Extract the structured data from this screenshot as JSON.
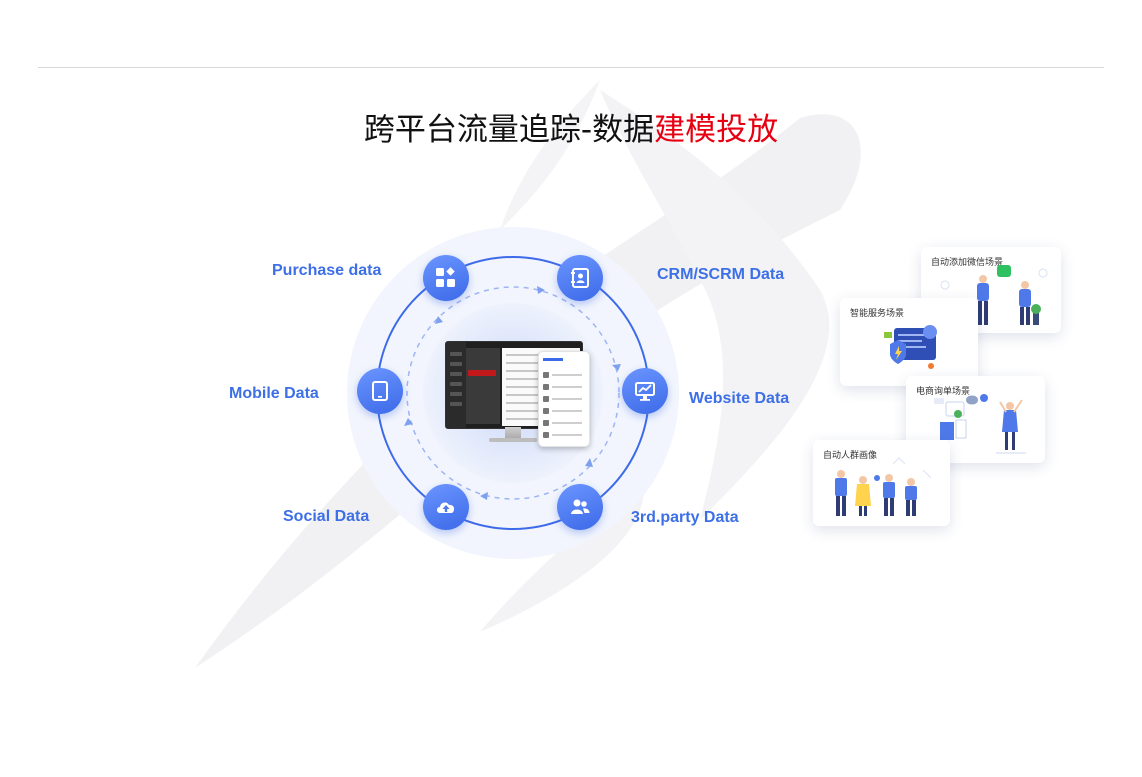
{
  "title": {
    "main": "跨平台流量追踪-数据",
    "highlight": "建模投放"
  },
  "colors": {
    "accent": "#3d6fe6",
    "highlight": "#e60012",
    "node_gradient_start": "#6b95ff",
    "node_gradient_end": "#3c6ae8"
  },
  "data_sources": [
    {
      "label": "Purchase data",
      "icon": "apps-grid-icon"
    },
    {
      "label": "CRM/SCRM Data",
      "icon": "contact-book-icon"
    },
    {
      "label": "Website Data",
      "icon": "monitor-chart-icon"
    },
    {
      "label": "3rd.party Data",
      "icon": "users-icon"
    },
    {
      "label": "Social Data",
      "icon": "cloud-upload-icon"
    },
    {
      "label": "Mobile Data",
      "icon": "tablet-icon"
    }
  ],
  "scenarios": [
    {
      "label": "自动添加微信场景",
      "icon": "wechat-icon"
    },
    {
      "label": "智能服务场景",
      "icon": "shield-bolt-icon"
    },
    {
      "label": "电商询单场景",
      "icon": "chat-bubble-icon"
    },
    {
      "label": "自动人群画像",
      "icon": "crowd-icon"
    }
  ]
}
